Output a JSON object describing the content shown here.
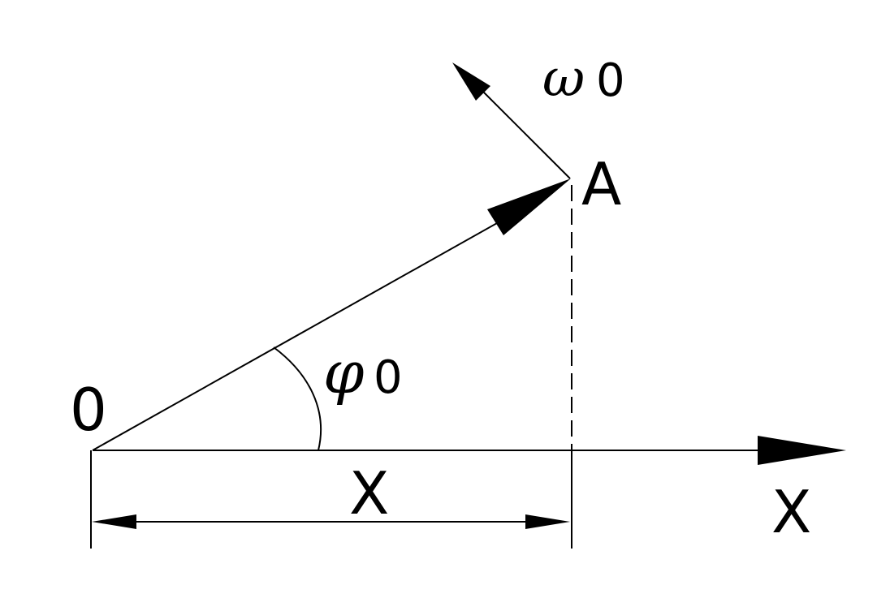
{
  "diagram": {
    "labels": {
      "origin": "0",
      "point": "A",
      "angular_velocity": "ω",
      "angular_velocity_subscript": "0",
      "angle": "φ",
      "angle_subscript": "0",
      "dimension": "X",
      "axis": "X"
    },
    "colors": {
      "stroke": "#000000",
      "background": "#ffffff"
    }
  }
}
